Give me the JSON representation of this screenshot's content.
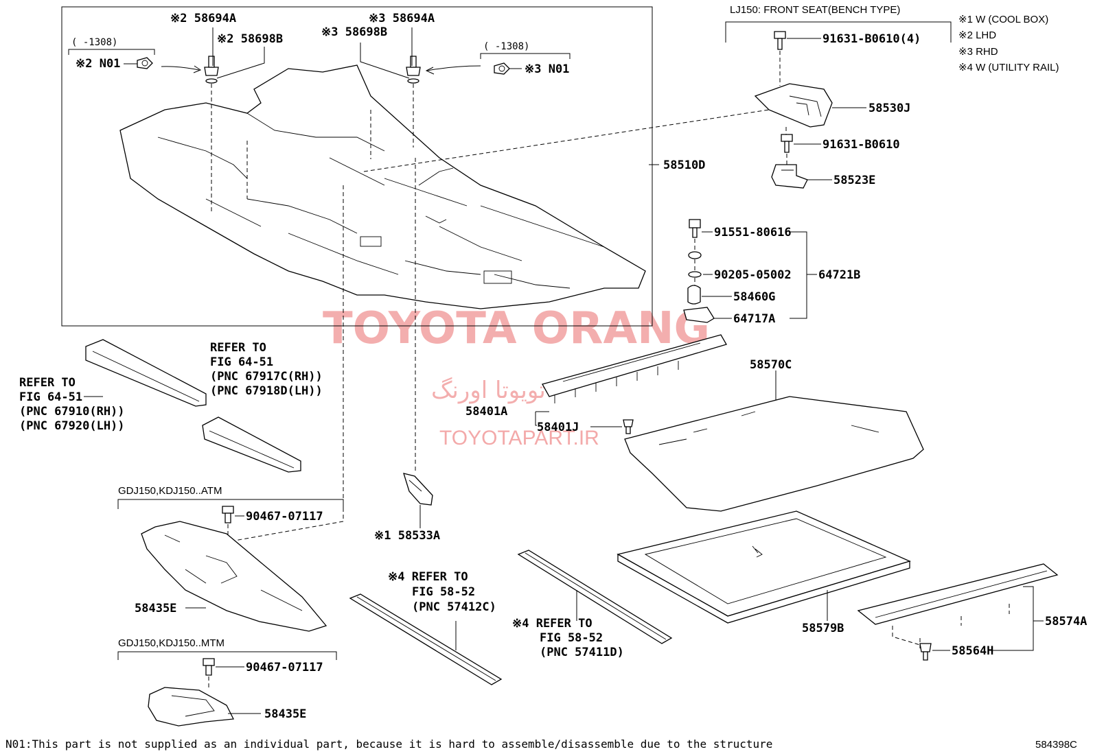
{
  "legend": [
    "※1 W (COOL BOX)",
    "※2 LHD",
    "※3 RHD",
    "※4 W (UTILITY RAIL)"
  ],
  "bench_group_title": "LJ150: FRONT SEAT(BENCH TYPE)",
  "range_left": "(     -1308)",
  "range_right": "(     -1308)",
  "labels": {
    "p58694A_l": "※2 58694A",
    "p58698B_l": "※2 58698B",
    "p58694A_r": "※3 58694A",
    "p58698B_r": "※3 58698B",
    "n01_l": "※2 N01",
    "n01_r": "※3 N01",
    "p58510D": "58510D",
    "p91631_4": "91631-B0610(4)",
    "p58530J": "58530J",
    "p91631": "91631-B0610",
    "p58523E": "58523E",
    "p91551": "91551-80616",
    "p90205": "90205-05002",
    "p64721B": "64721B",
    "p58460G": "58460G",
    "p64717A": "64717A",
    "p58570C": "58570C",
    "p58401A": "58401A",
    "p58401J": "58401J",
    "p58533A": "※1 58533A",
    "p58435E_1": "58435E",
    "p58435E_2": "58435E",
    "p90467_1": "90467-07117",
    "p90467_2": "90467-07117",
    "p58579B": "58579B",
    "p58574A": "58574A",
    "p58564H": "58564H"
  },
  "refs": {
    "ref1": [
      "REFER TO",
      "FIG 64-51",
      "(PNC 67910(RH))",
      "(PNC 67920(LH))"
    ],
    "ref2": [
      "REFER TO",
      "FIG 64-51",
      "(PNC 67917C(RH))",
      "(PNC 67918D(LH))"
    ],
    "ref3": [
      "※4 REFER TO",
      "FIG 58-52",
      "(PNC 57412C)"
    ],
    "ref4": [
      "※4 REFER TO",
      "FIG 58-52",
      "(PNC 57411D)"
    ]
  },
  "group_atm": "GDJ150,KDJ150..ATM",
  "group_mtm": "GDJ150,KDJ150..MTM",
  "footnote": "N01:This part is not supplied as an individual part,  because it is hard to assemble/disassemble due to the structure",
  "figure_id": "584398C",
  "watermark": {
    "line1": "TOYOTA ORANG",
    "line2": "تویوتا اورنگ",
    "line3": "TOYOTAPART.IR"
  },
  "colors": {
    "watermark": "#f2a0a0",
    "ink": "#000000"
  }
}
